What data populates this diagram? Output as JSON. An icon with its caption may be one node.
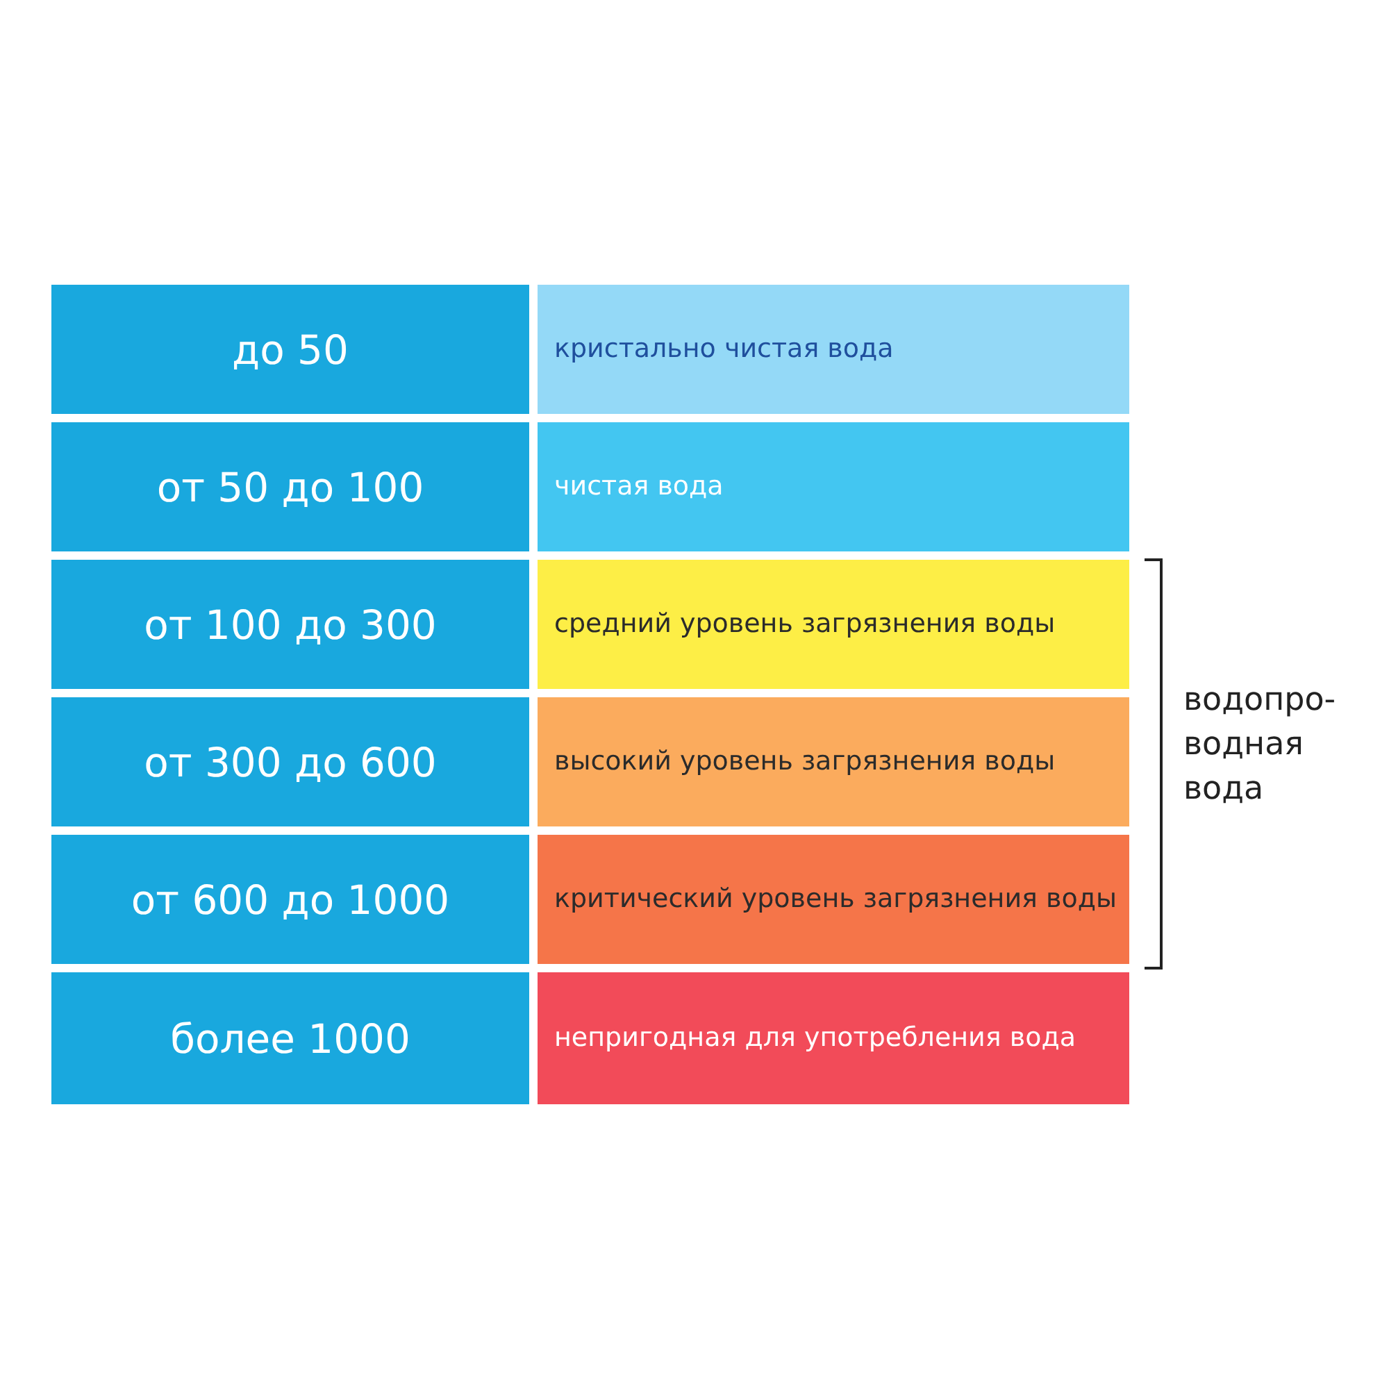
{
  "diagram": {
    "nodes": [
      {
        "text": [
          "до 50"
        ]
      },
      {
        "text": [
          "кристально чистая вода"
        ]
      },
      {
        "text": [
          "от 50 до 100"
        ]
      },
      {
        "text": [
          "чистая вода"
        ]
      },
      {
        "text": [
          "от 100 до 300"
        ]
      },
      {
        "text": [
          "средний уровень загрязнения воды"
        ]
      },
      {
        "text": [
          "от 300 до 600"
        ]
      },
      {
        "text": [
          "высокий уровень загрязнения воды"
        ]
      },
      {
        "text": [
          "от 600 до 1000"
        ]
      },
      {
        "text": [
          "критический уровень загрязнения воды"
        ]
      },
      {
        "text": [
          "более 1000"
        ]
      },
      {
        "text": [
          "непригодная для употребления вода"
        ]
      }
    ],
    "labels": [
      "водопро-водная вода"
    ]
  }
}
